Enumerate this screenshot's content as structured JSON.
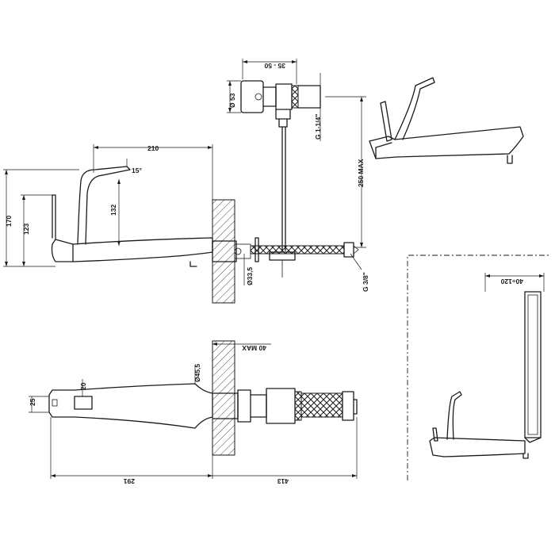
{
  "dimensions": {
    "side_overall_length": "210",
    "spout_angle": "15°",
    "height_overall": "170",
    "height_spout": "123",
    "handle_height": "132",
    "pipe_diameter": "Ø33,5",
    "drain_diameter": "Ø 53",
    "drain_adjust": "35 - 50",
    "drain_thread": "G 1-1/4\"",
    "trap_max": "250 MAX",
    "supply_thread": "G 3/8\"",
    "wall_max": "40 MAX",
    "flange_diameter": "Ø45,5",
    "top_square": "25",
    "handle_width": "20",
    "top_length_front": "291",
    "top_length_rear": "413",
    "wall_range": "40÷120"
  }
}
